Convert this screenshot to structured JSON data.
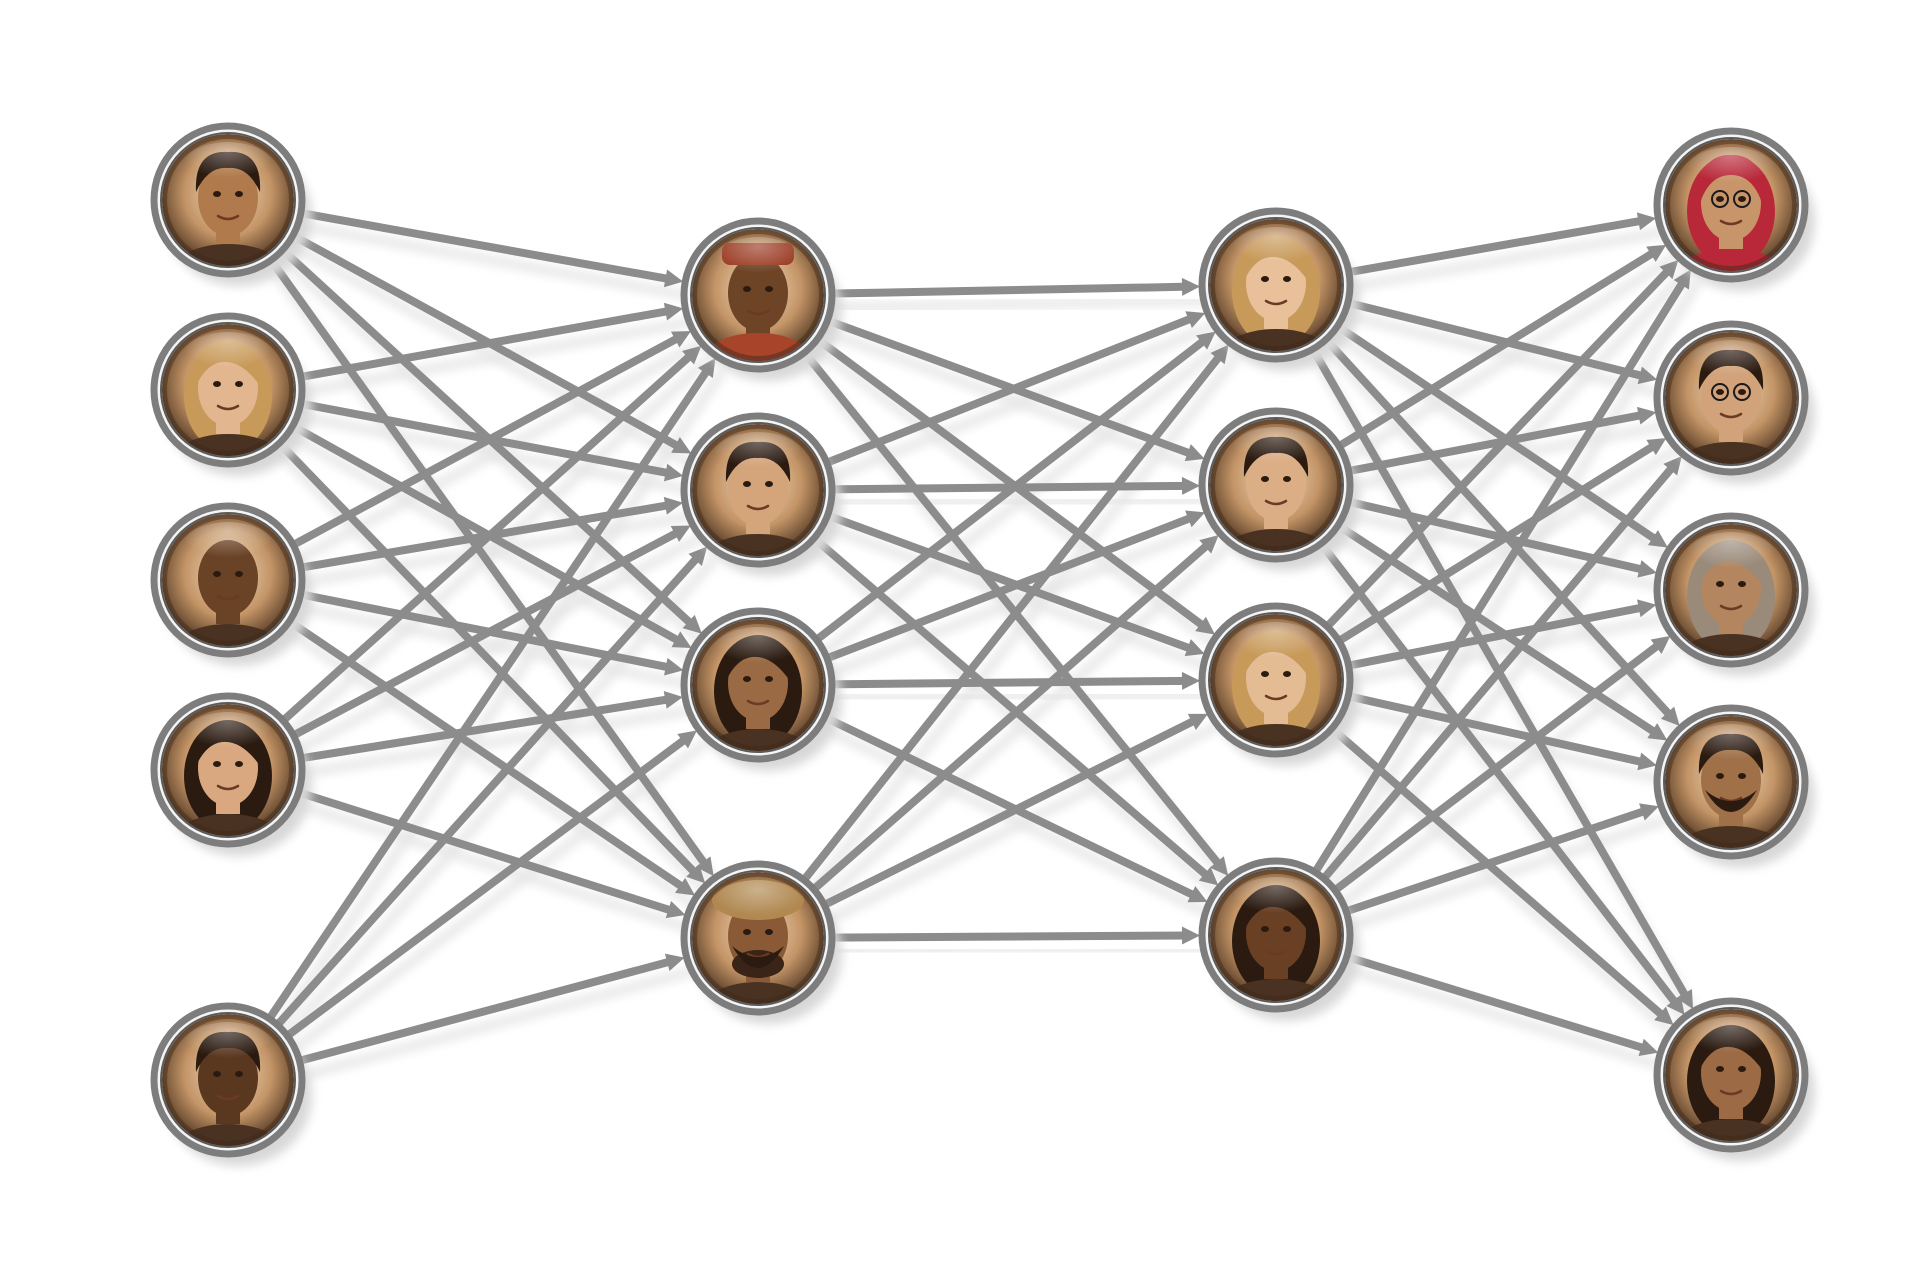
{
  "diagram": {
    "colors": {
      "background": "#ffffff",
      "edge": "#8c8c8c",
      "edge_shadow": "#e6e6e6",
      "ring_outer": "#7d7d7d",
      "ring_inner": "#f4f4f4",
      "photo_light": "#ecd6b6",
      "photo_mid": "#b8875a",
      "photo_dark": "#3e2818",
      "skin": "#c28c5c",
      "hair": "#2a1a10"
    },
    "layers": [
      {
        "id": "input",
        "nodes": [
          {
            "id": "a1",
            "icon": "portrait-young-man-icon",
            "hair": "short-dark",
            "skin": "#b07a4c"
          },
          {
            "id": "a2",
            "icon": "portrait-blonde-woman-icon",
            "hair": "long-blonde",
            "skin": "#e2b68e"
          },
          {
            "id": "a3",
            "icon": "portrait-smiling-man-icon",
            "hair": "bald",
            "skin": "#6a4226"
          },
          {
            "id": "a4",
            "icon": "portrait-dark-haired-woman-icon",
            "hair": "long-dark",
            "skin": "#d9a880"
          },
          {
            "id": "a5",
            "icon": "portrait-woman-braids-icon",
            "hair": "short-dark",
            "skin": "#5a3820"
          }
        ]
      },
      {
        "id": "hidden-1",
        "nodes": [
          {
            "id": "b1",
            "icon": "portrait-woman-headdress-icon",
            "hair": "headdress",
            "skin": "#6e4426"
          },
          {
            "id": "b2",
            "icon": "portrait-thoughtful-man-icon",
            "hair": "short-dark",
            "skin": "#d4a47a"
          },
          {
            "id": "b3",
            "icon": "portrait-curly-haired-woman-icon",
            "hair": "curly",
            "skin": "#9a6a44"
          },
          {
            "id": "b4",
            "icon": "portrait-man-turban-icon",
            "hair": "turban",
            "skin": "#8a5a36"
          }
        ]
      },
      {
        "id": "hidden-2",
        "nodes": [
          {
            "id": "c1",
            "icon": "portrait-blonde-girl-icon",
            "hair": "long-blonde",
            "skin": "#e8c09a"
          },
          {
            "id": "c2",
            "icon": "portrait-smiling-man-dark-hair-icon",
            "hair": "short-dark",
            "skin": "#dcae86"
          },
          {
            "id": "c3",
            "icon": "portrait-blonde-woman-profile-icon",
            "hair": "long-blonde",
            "skin": "#e4bc94"
          },
          {
            "id": "c4",
            "icon": "portrait-girl-braids-icon",
            "hair": "braids",
            "skin": "#6a4024"
          }
        ]
      },
      {
        "id": "output",
        "nodes": [
          {
            "id": "d1",
            "icon": "portrait-woman-hijab-icon",
            "hair": "hijab",
            "skin": "#c8946a"
          },
          {
            "id": "d2",
            "icon": "portrait-man-glasses-icon",
            "hair": "short-dark",
            "skin": "#d2a27a"
          },
          {
            "id": "d3",
            "icon": "portrait-elderly-woman-icon",
            "hair": "grey",
            "skin": "#b48660"
          },
          {
            "id": "d4",
            "icon": "portrait-bearded-man-icon",
            "hair": "short-dark",
            "skin": "#a07048"
          },
          {
            "id": "d5",
            "icon": "portrait-woman-earrings-icon",
            "hair": "long-dark",
            "skin": "#9c6a44"
          }
        ]
      }
    ],
    "edges": [
      [
        "a1",
        "b1"
      ],
      [
        "a1",
        "b2"
      ],
      [
        "a1",
        "b3"
      ],
      [
        "a1",
        "b4"
      ],
      [
        "a2",
        "b1"
      ],
      [
        "a2",
        "b2"
      ],
      [
        "a2",
        "b3"
      ],
      [
        "a2",
        "b4"
      ],
      [
        "a3",
        "b1"
      ],
      [
        "a3",
        "b2"
      ],
      [
        "a3",
        "b3"
      ],
      [
        "a3",
        "b4"
      ],
      [
        "a4",
        "b1"
      ],
      [
        "a4",
        "b2"
      ],
      [
        "a4",
        "b3"
      ],
      [
        "a4",
        "b4"
      ],
      [
        "a5",
        "b1"
      ],
      [
        "a5",
        "b2"
      ],
      [
        "a5",
        "b3"
      ],
      [
        "a5",
        "b4"
      ],
      [
        "b1",
        "c1"
      ],
      [
        "b1",
        "c2"
      ],
      [
        "b1",
        "c3"
      ],
      [
        "b1",
        "c4"
      ],
      [
        "b2",
        "c1"
      ],
      [
        "b2",
        "c2"
      ],
      [
        "b2",
        "c3"
      ],
      [
        "b2",
        "c4"
      ],
      [
        "b3",
        "c1"
      ],
      [
        "b3",
        "c2"
      ],
      [
        "b3",
        "c3"
      ],
      [
        "b3",
        "c4"
      ],
      [
        "b4",
        "c1"
      ],
      [
        "b4",
        "c2"
      ],
      [
        "b4",
        "c3"
      ],
      [
        "b4",
        "c4"
      ],
      [
        "c1",
        "d1"
      ],
      [
        "c1",
        "d2"
      ],
      [
        "c1",
        "d3"
      ],
      [
        "c1",
        "d4"
      ],
      [
        "c1",
        "d5"
      ],
      [
        "c2",
        "d1"
      ],
      [
        "c2",
        "d2"
      ],
      [
        "c2",
        "d3"
      ],
      [
        "c2",
        "d4"
      ],
      [
        "c2",
        "d5"
      ],
      [
        "c3",
        "d1"
      ],
      [
        "c3",
        "d2"
      ],
      [
        "c3",
        "d3"
      ],
      [
        "c3",
        "d4"
      ],
      [
        "c3",
        "d5"
      ],
      [
        "c4",
        "d1"
      ],
      [
        "c4",
        "d2"
      ],
      [
        "c4",
        "d3"
      ],
      [
        "c4",
        "d4"
      ],
      [
        "c4",
        "d5"
      ]
    ],
    "edge_arrowheads": true
  }
}
